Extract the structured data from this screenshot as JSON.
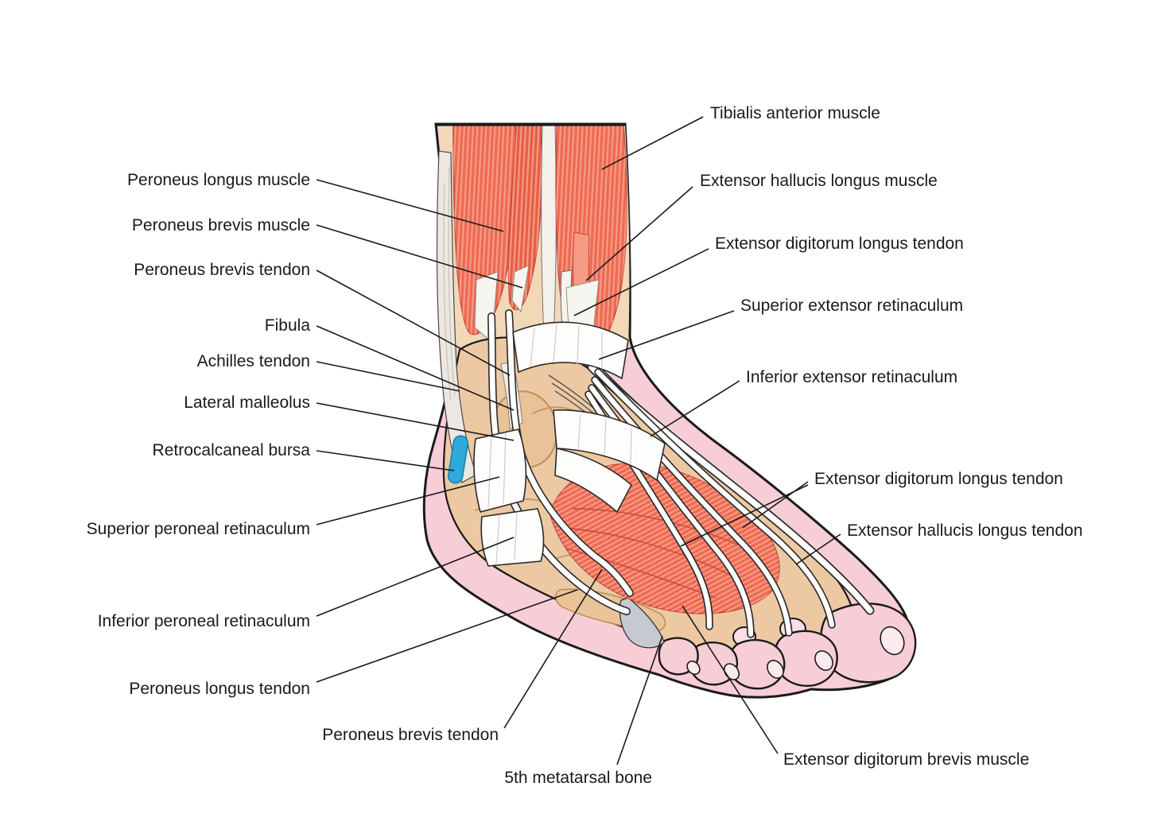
{
  "figure": {
    "type": "anatomy-diagram",
    "subject": "Lateral view of the foot and ankle: muscles, tendons and retinacula",
    "labels": {
      "left": [
        {
          "text": "Peroneus longus muscle"
        },
        {
          "text": "Peroneus brevis muscle"
        },
        {
          "text": "Peroneus brevis tendon"
        },
        {
          "text": "Fibula"
        },
        {
          "text": "Achilles tendon"
        },
        {
          "text": "Lateral malleolus"
        },
        {
          "text": "Retrocalcaneal bursa"
        },
        {
          "text": "Superior peroneal retinaculum"
        },
        {
          "text": "Inferior peroneal retinaculum"
        },
        {
          "text": "Peroneus longus tendon"
        },
        {
          "text": "Peroneus brevis tendon"
        },
        {
          "text": "5th metatarsal bone"
        }
      ],
      "right": [
        {
          "text": "Tibialis anterior muscle"
        },
        {
          "text": "Extensor hallucis longus muscle"
        },
        {
          "text": "Extensor digitorum longus tendon"
        },
        {
          "text": "Superior extensor retinaculum"
        },
        {
          "text": "Inferior extensor retinaculum"
        },
        {
          "text": "Extensor digitorum longus tendon"
        },
        {
          "text": "Extensor hallucis longus tendon"
        },
        {
          "text": "Extensor digitorum brevis muscle"
        }
      ]
    },
    "colors": {
      "background": "#ffffff",
      "outline": "#1a1a1a",
      "label_text": "#1a1a1a",
      "skin": "#f7cdd6",
      "skin_light": "#fbdfe6",
      "bone": "#ecc9a2",
      "bone_dark": "#c49a67",
      "muscle": "#ed6a52",
      "muscle_dark": "#c2493a",
      "muscle_stripe": "#f9a08c",
      "tendon": "#fdfdfc",
      "tendon_edge": "#2a2a2a",
      "pale": "#f2d8b6",
      "achilles": "#ece7e1",
      "bursa": "#2fa9da",
      "bursa_edge": "#117fae",
      "gray_wedge": "#c6c9d2"
    }
  }
}
